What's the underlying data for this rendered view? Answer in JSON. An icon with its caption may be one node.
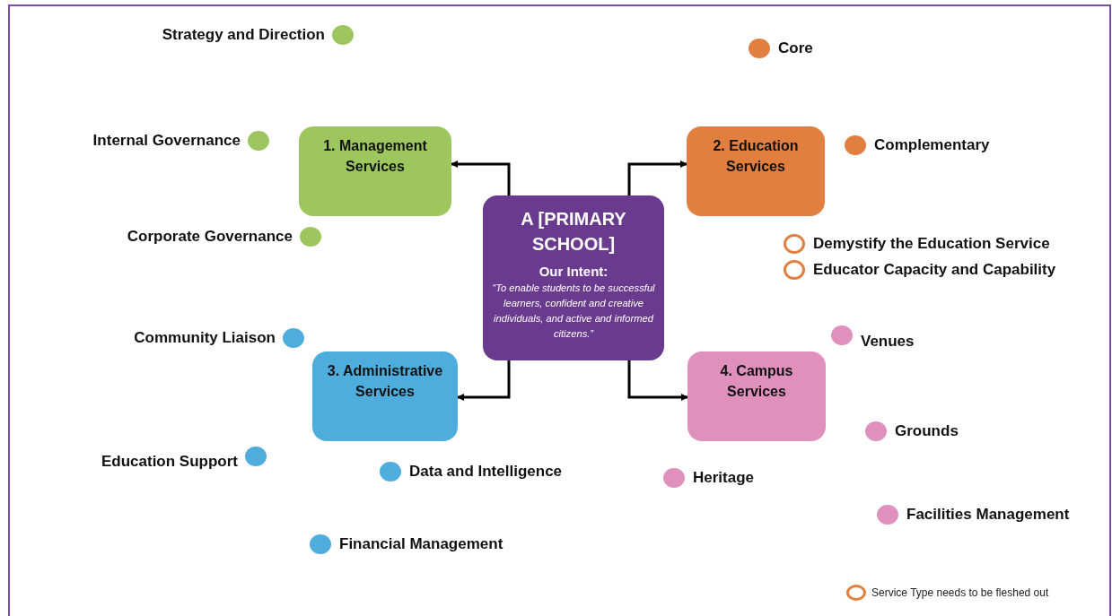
{
  "diagram": {
    "nodes": [
      {
        "text": [
          "A [PRIMARY SCHOOL]",
          "Our Intent:",
          "“To enable students to be successful learners, confident and creative individuals, and active and informed citizens.”"
        ]
      },
      {
        "text": [
          "1. Management Services"
        ]
      },
      {
        "text": [
          "2. Education Services"
        ]
      },
      {
        "text": [
          "3. Administrative Services"
        ]
      },
      {
        "text": [
          "4. Campus Services"
        ]
      }
    ],
    "edges": [
      {
        "from": 0,
        "to": 1,
        "arrow": "to"
      },
      {
        "from": 0,
        "to": 2,
        "arrow": "to"
      },
      {
        "from": 0,
        "to": 3,
        "arrow": "to"
      },
      {
        "from": 0,
        "to": 4,
        "arrow": "to"
      }
    ],
    "labels": [
      "Strategy and Direction",
      "Core",
      "Internal Governance",
      "Complementary",
      "Corporate Governance",
      "Demystify the Education Service",
      "Educator Capacity and Capability",
      "Community Liaison",
      "Venues",
      "Grounds",
      "Education Support",
      "Data and Intelligence",
      "Heritage",
      "Facilities Management",
      "Financial Management"
    ],
    "legend": [
      {
        "text": "Service Type needs to be fleshed out"
      }
    ]
  }
}
